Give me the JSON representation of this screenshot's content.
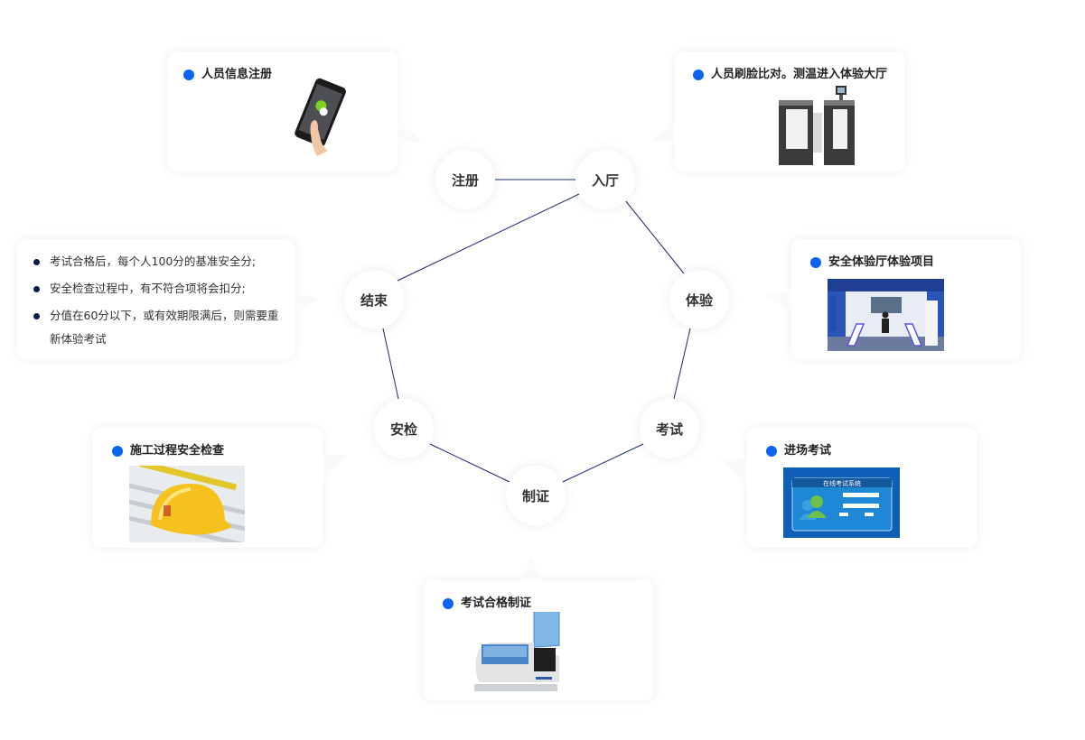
{
  "colors": {
    "accent_dot": "#0a64f0",
    "list_dot": "#0d1b4d",
    "link_line": "#1b2a6b",
    "node_text": "#333333"
  },
  "nodes": {
    "register": "注册",
    "entry": "入厅",
    "experience": "体验",
    "exam": "考试",
    "certificate": "制证",
    "inspection": "安检",
    "end": "结束"
  },
  "cards": {
    "register": {
      "title": "人员信息注册",
      "image": "phone-wechat-illustration"
    },
    "entry": {
      "title": "人员刷脸比对。测温进入体验大厅",
      "image": "face-recognition-turnstile-illustration"
    },
    "experience": {
      "title": "安全体验厅体验项目",
      "image": "vr-safety-hall-photo"
    },
    "exam": {
      "title": "进场考试",
      "image": "online-exam-system-screenshot",
      "image_text": "在线考试系统"
    },
    "certificate": {
      "title": "考试合格制证",
      "image": "card-printer-illustration"
    },
    "inspection": {
      "title": "施工过程安全检查",
      "image": "safety-helmet-photo"
    },
    "end": {
      "items": [
        "考试合格后，每个人100分的基准安全分;",
        "安全检查过程中，有不符合项将会扣分;",
        "分值在60分以下，或有效期限满后，则需要重新体验考试"
      ]
    }
  }
}
